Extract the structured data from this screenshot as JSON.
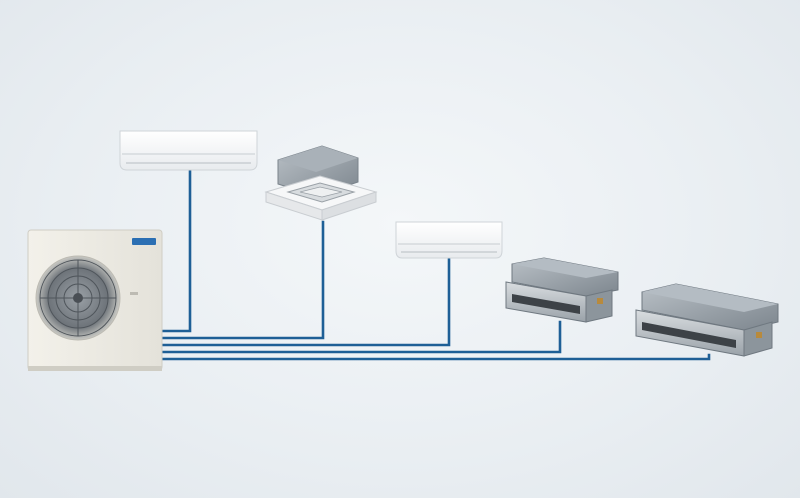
{
  "diagram": {
    "pipe_color": "#1e5f96",
    "brand_color": "#2b6fb3",
    "units": [
      {
        "id": "outdoor-unit",
        "kind": "outdoor condenser",
        "icon": "outdoor-ac-unit-icon"
      },
      {
        "id": "indoor-1",
        "kind": "wall-mounted split",
        "icon": "wall-split-unit-icon"
      },
      {
        "id": "indoor-2",
        "kind": "ceiling cassette",
        "icon": "ceiling-cassette-icon"
      },
      {
        "id": "indoor-3",
        "kind": "wall-mounted split",
        "icon": "wall-split-unit-icon"
      },
      {
        "id": "indoor-4",
        "kind": "ducted concealed",
        "icon": "ducted-unit-icon"
      },
      {
        "id": "indoor-5",
        "kind": "ducted concealed",
        "icon": "ducted-unit-icon"
      }
    ]
  }
}
